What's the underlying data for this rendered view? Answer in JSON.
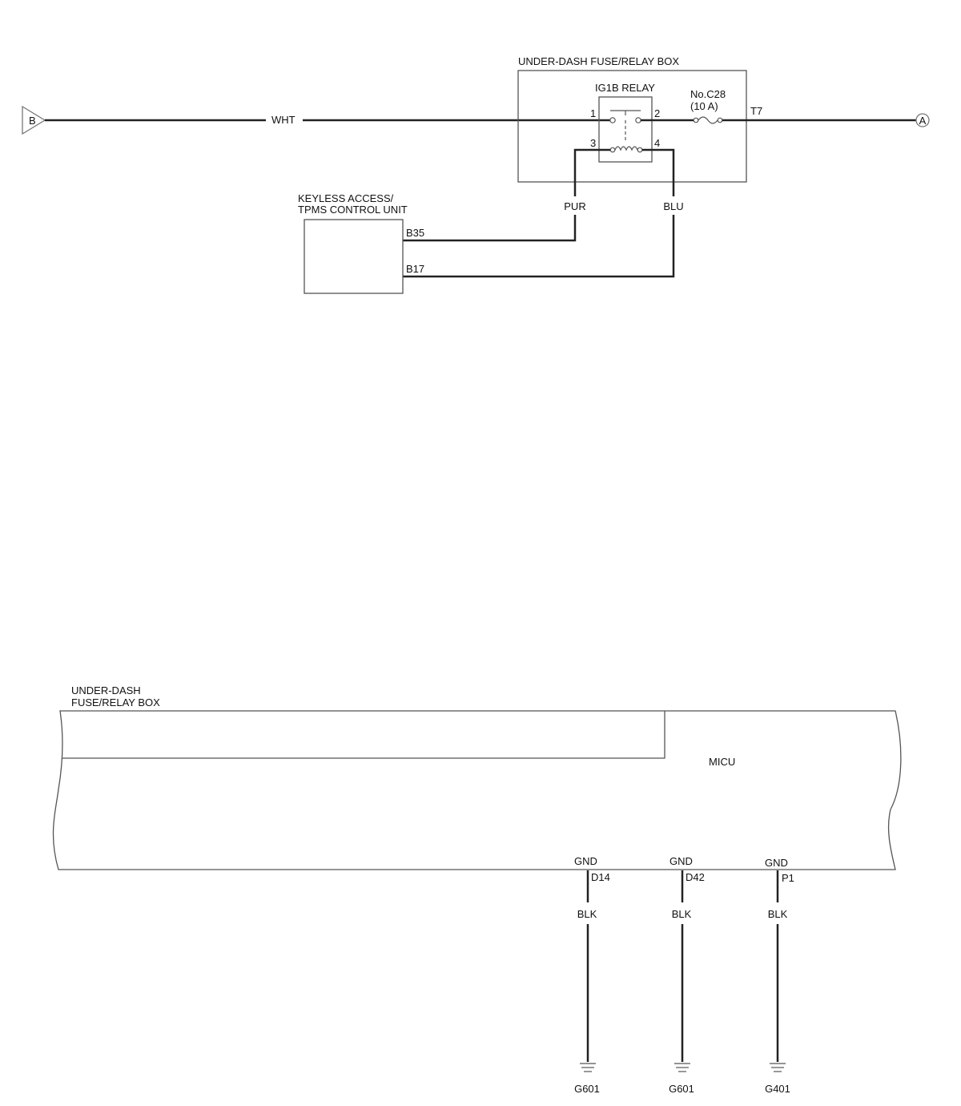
{
  "top": {
    "connector_b": "B",
    "connector_a": "A",
    "wire_main": "WHT",
    "fuse_box_title": "UNDER-DASH FUSE/RELAY BOX",
    "relay_title": "IG1B RELAY",
    "relay_pins": [
      "1",
      "2",
      "3",
      "4"
    ],
    "fuse_name": "No.C28",
    "fuse_rating": "(10 A)",
    "terminal": "T7",
    "wire_pur": "PUR",
    "wire_blu": "BLU",
    "control_unit_line1": "KEYLESS ACCESS/",
    "control_unit_line2": "TPMS CONTROL UNIT",
    "pin_b35": "B35",
    "pin_b17": "B17"
  },
  "bottom": {
    "fuse_box_line1": "UNDER-DASH",
    "fuse_box_line2": "FUSE/RELAY BOX",
    "micu": "MICU",
    "grounds": [
      {
        "label": "GND",
        "pin": "D14",
        "wire": "BLK",
        "ground": "G601"
      },
      {
        "label": "GND",
        "pin": "D42",
        "wire": "BLK",
        "ground": "G601"
      },
      {
        "label": "GND",
        "pin": "P1",
        "wire": "BLK",
        "ground": "G401"
      }
    ]
  }
}
